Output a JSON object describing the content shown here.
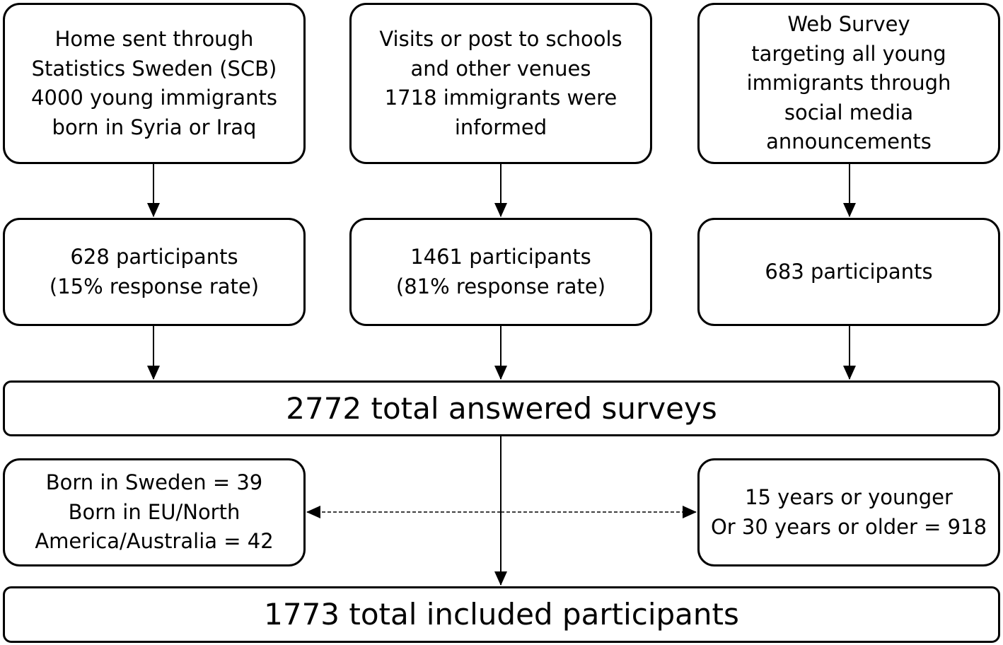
{
  "diagram": {
    "sources": {
      "scb": "Home sent through\nStatistics Sweden (SCB)\n4000 young immigrants\nborn in Syria or Iraq",
      "schools": "Visits or post to schools\nand other venues\n1718 immigrants were\ninformed",
      "web": "Web Survey\ntargeting all young\nimmigrants through\nsocial media\nannouncements"
    },
    "results": {
      "scb": "628 participants\n(15% response rate)",
      "schools": "1461 participants\n(81% response rate)",
      "web": "683 participants"
    },
    "total_answered": "2772 total answered surveys",
    "exclusions": {
      "origin": "Born in Sweden = 39\nBorn in EU/North\nAmerica/Australia = 42",
      "age": "15 years or younger\nOr 30 years or older = 918"
    },
    "total_included": "1773 total included participants"
  }
}
